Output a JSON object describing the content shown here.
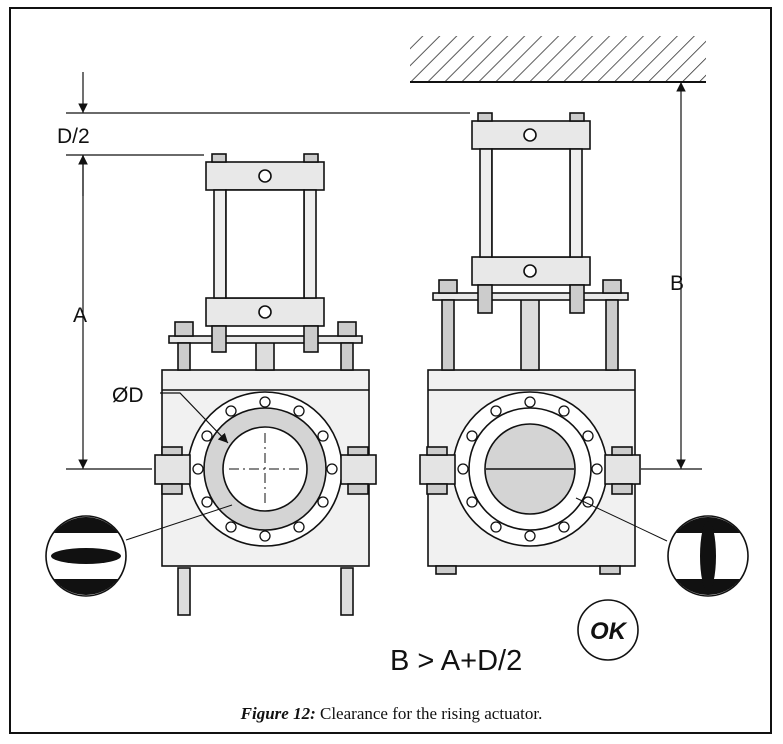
{
  "dimensions": {
    "d_half": "D/2",
    "a": "A",
    "b": "B",
    "bore_diameter": "ØD"
  },
  "formula": "B > A+D/2",
  "ok_badge": "OK",
  "caption": {
    "label": "Figure 12:",
    "text": " Clearance for the rising actuator."
  }
}
